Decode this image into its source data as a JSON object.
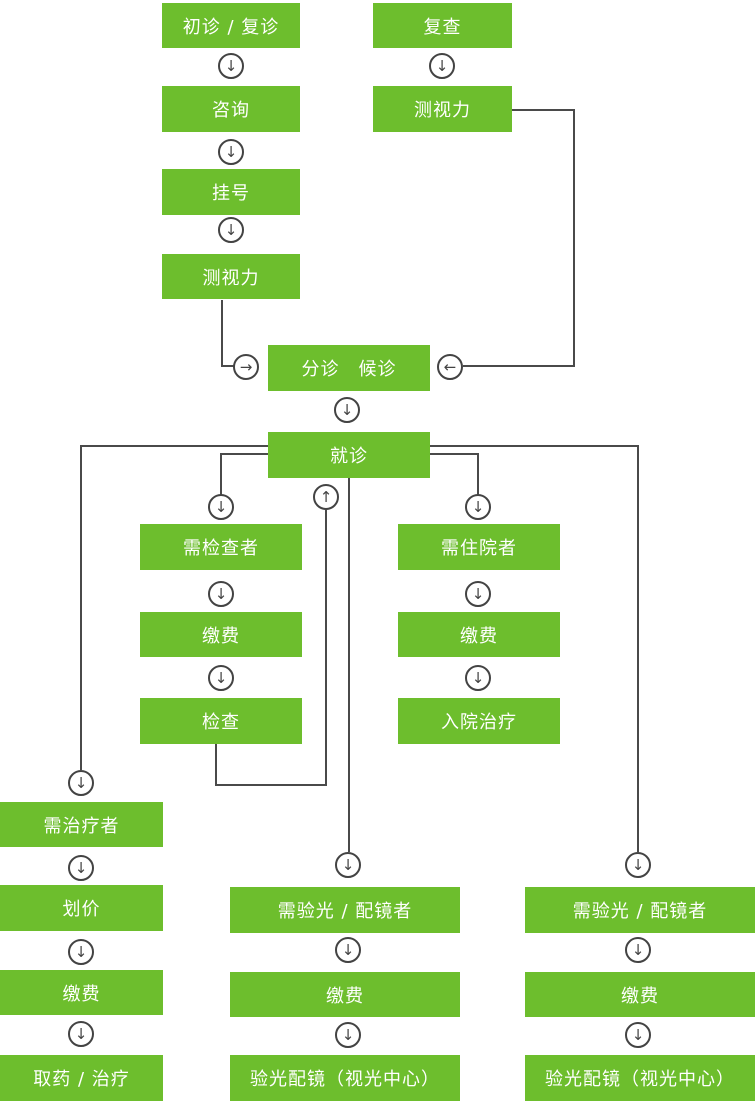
{
  "diagram_type": "patient-visit-flowchart",
  "colors": {
    "node_fill": "#6dbe2d",
    "node_text": "#ffffff",
    "connector_line": "#4a4a4a",
    "background": "#ffffff"
  },
  "icons": {
    "down": "↓",
    "up": "↑",
    "left": "←",
    "right": "→"
  },
  "nodes": {
    "first_or_return_visit": "初诊 / 复诊",
    "recheck": "复查",
    "consult": "咨询",
    "vision_test_recheck": "测视力",
    "register": "挂号",
    "vision_test": "测视力",
    "triage_wait": "分诊　候诊",
    "see_doctor": "就诊",
    "need_exam": "需检查者",
    "exam_pay": "缴费",
    "exam": "检查",
    "need_hospital": "需住院者",
    "hospital_pay": "缴费",
    "hospital_treatment": "入院治疗",
    "need_treatment": "需治疗者",
    "pricing": "划价",
    "treatment_pay": "缴费",
    "medicine_treatment": "取药 / 治疗",
    "need_optometry_mid": "需验光 / 配镜者",
    "optometry_pay_mid": "缴费",
    "optometry_center_mid": "验光配镜（视光中心）",
    "need_optometry_right": "需验光 / 配镜者",
    "optometry_pay_right": "缴费",
    "optometry_center_right": "验光配镜（视光中心）"
  }
}
